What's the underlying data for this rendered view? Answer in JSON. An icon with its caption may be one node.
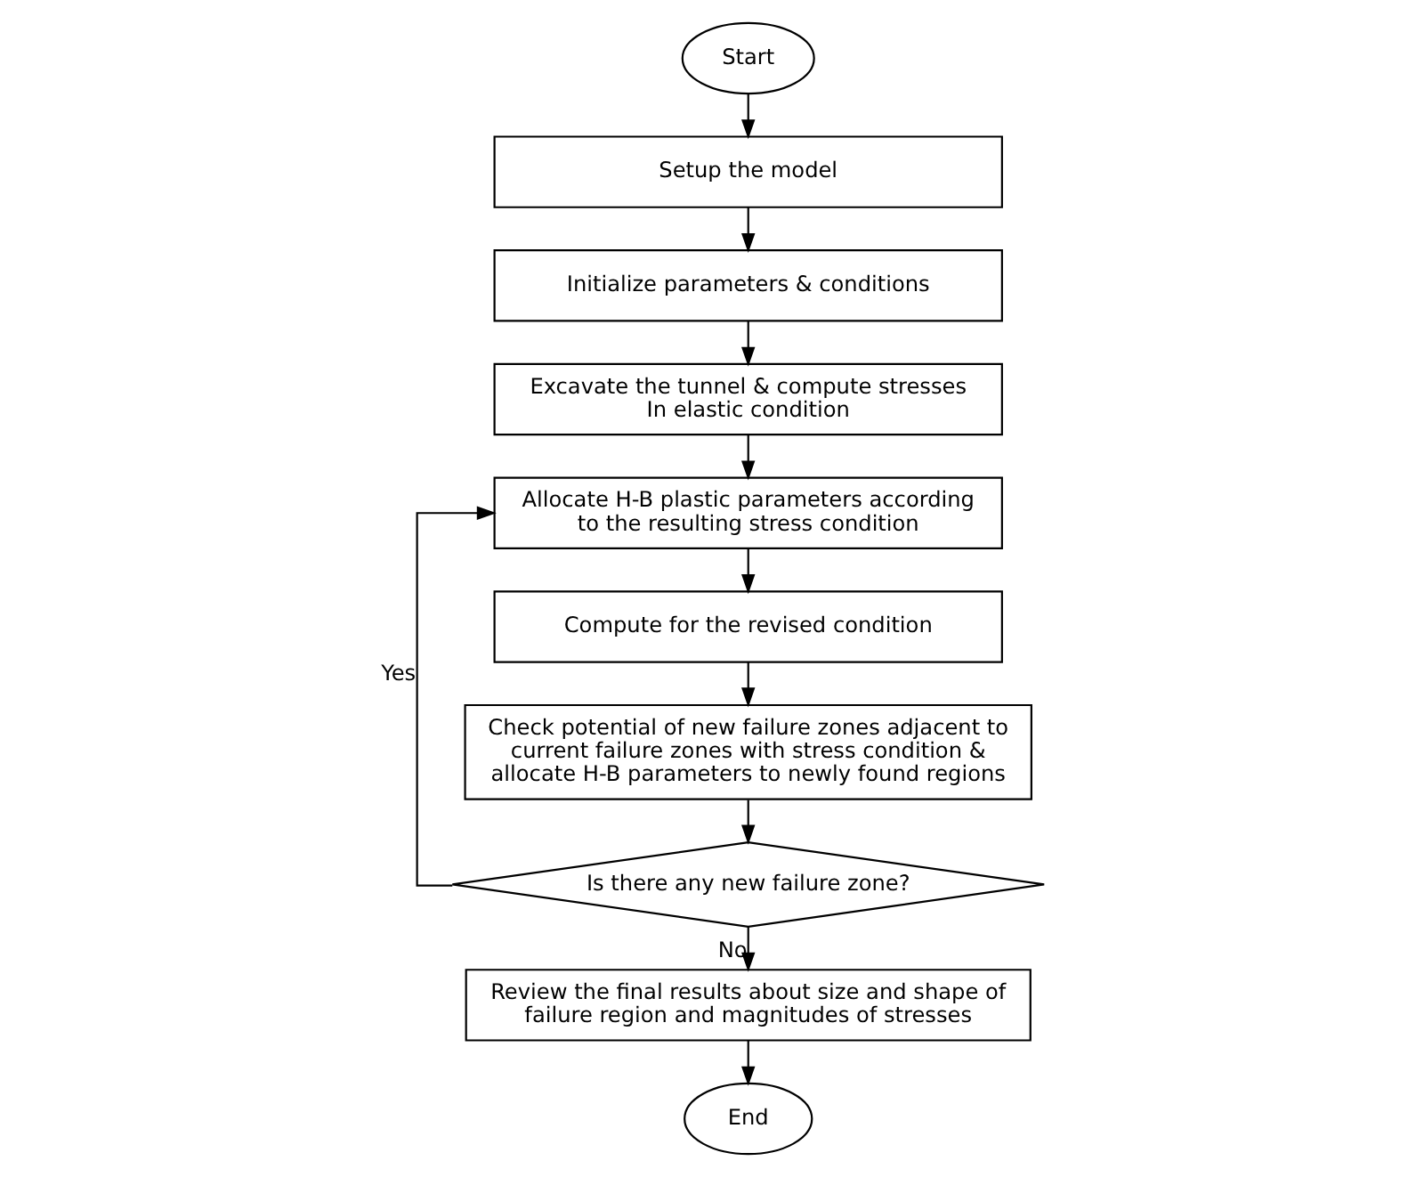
{
  "diagram": {
    "nodes": [
      {
        "text": [
          "Start"
        ]
      },
      {
        "text": [
          "Setup the model"
        ]
      },
      {
        "text": [
          "Initialize parameters & conditions"
        ]
      },
      {
        "text": [
          "Excavate the tunnel & compute stresses In elastic condition"
        ]
      },
      {
        "text": [
          "Allocate H-B plastic parameters according to the resulting stress condition"
        ]
      },
      {
        "text": [
          "Compute for the revised condition"
        ]
      },
      {
        "text": [
          "Check potential of new failure zones adjacent to current failure zones with stress condition & allocate H-B parameters to newly found regions"
        ]
      },
      {
        "text": [
          "Is there any new failure zone?"
        ]
      },
      {
        "text": [
          "Review the final results about size and shape of failure region and magnitudes of stresses"
        ]
      },
      {
        "text": [
          "End"
        ]
      }
    ],
    "edges": [
      {
        "from": 0,
        "to": 1,
        "arrow": "to"
      },
      {
        "from": 1,
        "to": 2,
        "arrow": "to"
      },
      {
        "from": 2,
        "to": 3,
        "arrow": "to"
      },
      {
        "from": 3,
        "to": 4,
        "arrow": "to"
      },
      {
        "from": 4,
        "to": 5,
        "arrow": "to"
      },
      {
        "from": 5,
        "to": 6,
        "arrow": "to"
      },
      {
        "from": 6,
        "to": 7,
        "arrow": "to"
      },
      {
        "from": 7,
        "to": 4,
        "arrow": "to",
        "label": "Yes"
      },
      {
        "from": 7,
        "to": 8,
        "arrow": "to",
        "label": "No"
      },
      {
        "from": 8,
        "to": 9,
        "arrow": "to"
      }
    ]
  }
}
